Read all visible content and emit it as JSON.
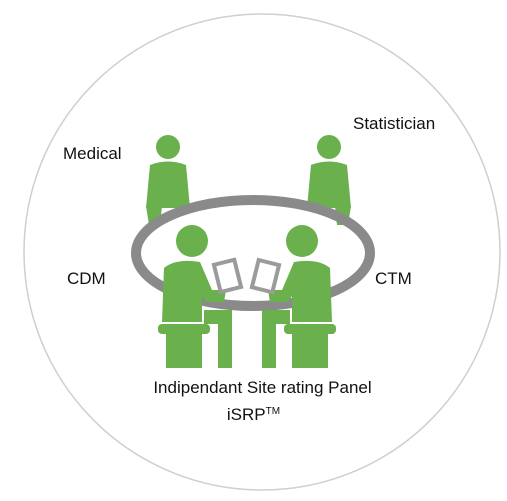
{
  "diagram": {
    "roles": {
      "medical": "Medical",
      "statistician": "Statistician",
      "cdm": "CDM",
      "ctm": "CTM"
    },
    "panel_title": "Indipendant Site rating Panel",
    "panel_abbrev": "iSRP",
    "trademark": "TM"
  },
  "colors": {
    "figure_green": "#6ab04c",
    "table_gray": "#8a8a8a",
    "document_gray": "#9b9b9b",
    "circle_outline": "#cfcfcf",
    "text": "#111111"
  }
}
